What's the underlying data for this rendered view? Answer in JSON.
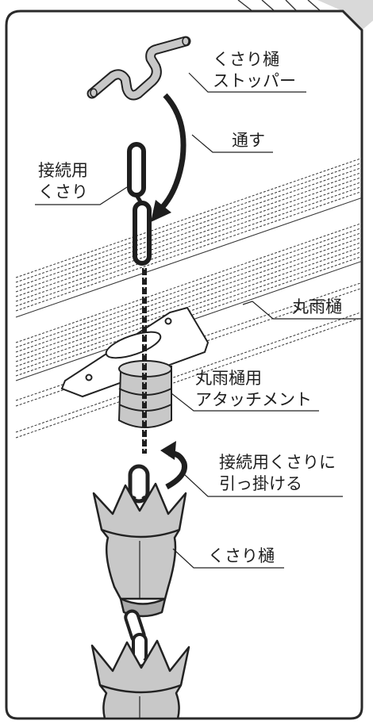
{
  "labels": {
    "stopper": [
      "くさり樋",
      "ストッパー"
    ],
    "pass_through": "通す",
    "connecting_chain": [
      "接続用",
      "くさり"
    ],
    "round_gutter": "丸雨樋",
    "attachment": [
      "丸雨樋用",
      "アタッチメント"
    ],
    "hook": [
      "接続用くさりに",
      "引っ掛ける"
    ],
    "rain_chain": "くさり樋"
  },
  "colors": {
    "frame": "#2a2a2a",
    "corner_shade": "#d9d9d9",
    "part_gray": "#c8c8c8",
    "part_dark": "#a9a9a9",
    "stroke": "#222222"
  }
}
